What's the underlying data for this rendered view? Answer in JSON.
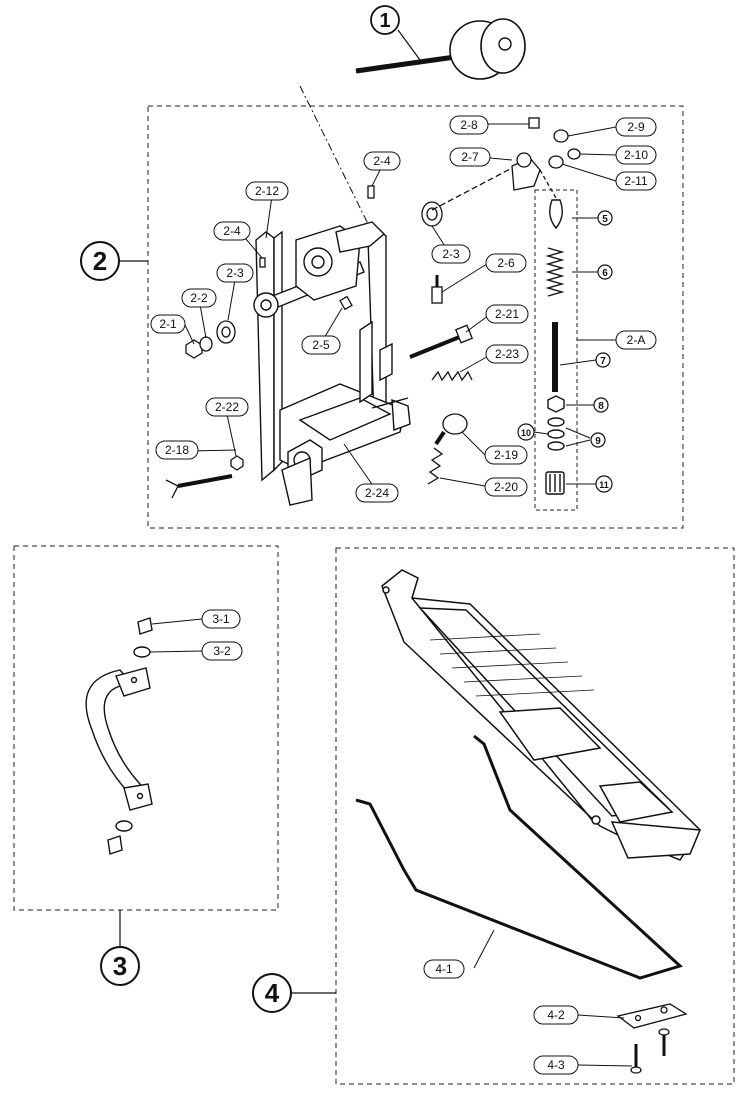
{
  "diagram": {
    "groups": {
      "g1": "1",
      "g2": "2",
      "g3": "3",
      "g4": "4"
    },
    "callouts": {
      "c2_1": "2-1",
      "c2_2": "2-2",
      "c2_3a": "2-3",
      "c2_3b": "2-3",
      "c2_4a": "2-4",
      "c2_4b": "2-4",
      "c2_5": "2-5",
      "c2_6": "2-6",
      "c2_7": "2-7",
      "c2_8": "2-8",
      "c2_9": "2-9",
      "c2_10": "2-10",
      "c2_11": "2-11",
      "c2_12": "2-12",
      "c2_18": "2-18",
      "c2_19": "2-19",
      "c2_20": "2-20",
      "c2_21": "2-21",
      "c2_22": "2-22",
      "c2_23": "2-23",
      "c2_24": "2-24",
      "c2_A": "2-A",
      "c3_1": "3-1",
      "c3_2": "3-2",
      "c4_1": "4-1",
      "c4_2": "4-2",
      "c4_3": "4-3"
    },
    "sub_items": {
      "s5": "5",
      "s6": "6",
      "s7": "7",
      "s8": "8",
      "s9": "9",
      "s10": "10",
      "s11": "11"
    }
  }
}
